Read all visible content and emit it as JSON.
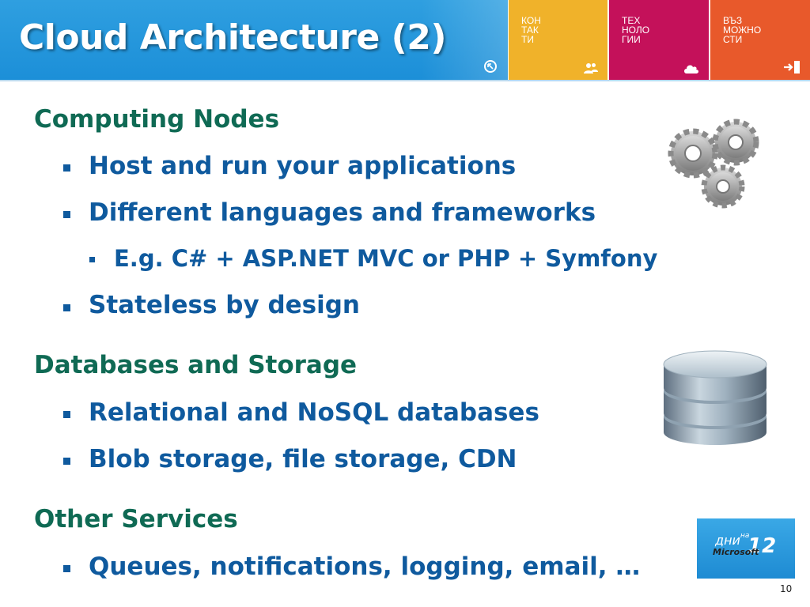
{
  "slide": {
    "title": "Cloud Architecture (2)",
    "page_number": "10"
  },
  "header": {
    "tiles": [
      {
        "label": "КОН\nТАК\nТИ",
        "color": "#f0b22a",
        "icon": "people-icon"
      },
      {
        "label": "ТЕХ\nНОЛО\nГИИ",
        "color": "#c4115a",
        "icon": "cloud-icon"
      },
      {
        "label": "ВЪЗ\nМОЖНО\nСТИ",
        "color": "#e8592b",
        "icon": "exit-icon"
      }
    ],
    "back_icon": "back-arrow-icon"
  },
  "content": {
    "sections": [
      {
        "heading": "Computing Nodes",
        "bullets": [
          {
            "text": "Host and run your applications"
          },
          {
            "text": "Different languages and frameworks",
            "sub": [
              "E.g. C# + ASP.NET MVC or PHP + Symfony"
            ]
          },
          {
            "text": "Stateless by design"
          }
        ],
        "image": "gears-icon"
      },
      {
        "heading": "Databases and Storage",
        "bullets": [
          {
            "text": "Relational and NoSQL databases"
          },
          {
            "text": "Blob storage, file storage, CDN"
          }
        ],
        "image": "database-icon"
      },
      {
        "heading": "Other Services",
        "bullets": [
          {
            "text": "Queues, notifications, logging, email, …"
          }
        ]
      }
    ]
  },
  "badge": {
    "days": "дни",
    "na": "на",
    "number": "12",
    "brand": "Microsoft"
  },
  "colors": {
    "title_bar": "#1c8fd8",
    "heading": "#0f6a54",
    "bullet_text": "#0f5a9e"
  }
}
